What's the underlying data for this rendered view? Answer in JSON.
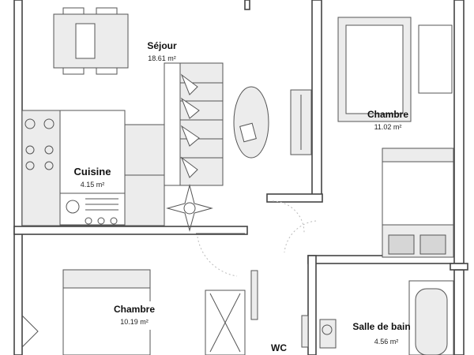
{
  "plan": {
    "rooms": [
      {
        "id": "sejour",
        "name": "Séjour",
        "area": "18.61 m²"
      },
      {
        "id": "chambre1",
        "name": "Chambre",
        "area": "11.02 m²"
      },
      {
        "id": "cuisine",
        "name": "Cuisine",
        "area": "4.15 m²"
      },
      {
        "id": "chambre2",
        "name": "Chambre",
        "area": "10.19 m²"
      },
      {
        "id": "wc",
        "name": "WC",
        "area": ""
      },
      {
        "id": "sdb",
        "name": "Salle de bain",
        "area": "4.56 m²"
      }
    ],
    "colors": {
      "wall": "#444444",
      "furniture": "#ececec",
      "text": "#111111"
    }
  }
}
